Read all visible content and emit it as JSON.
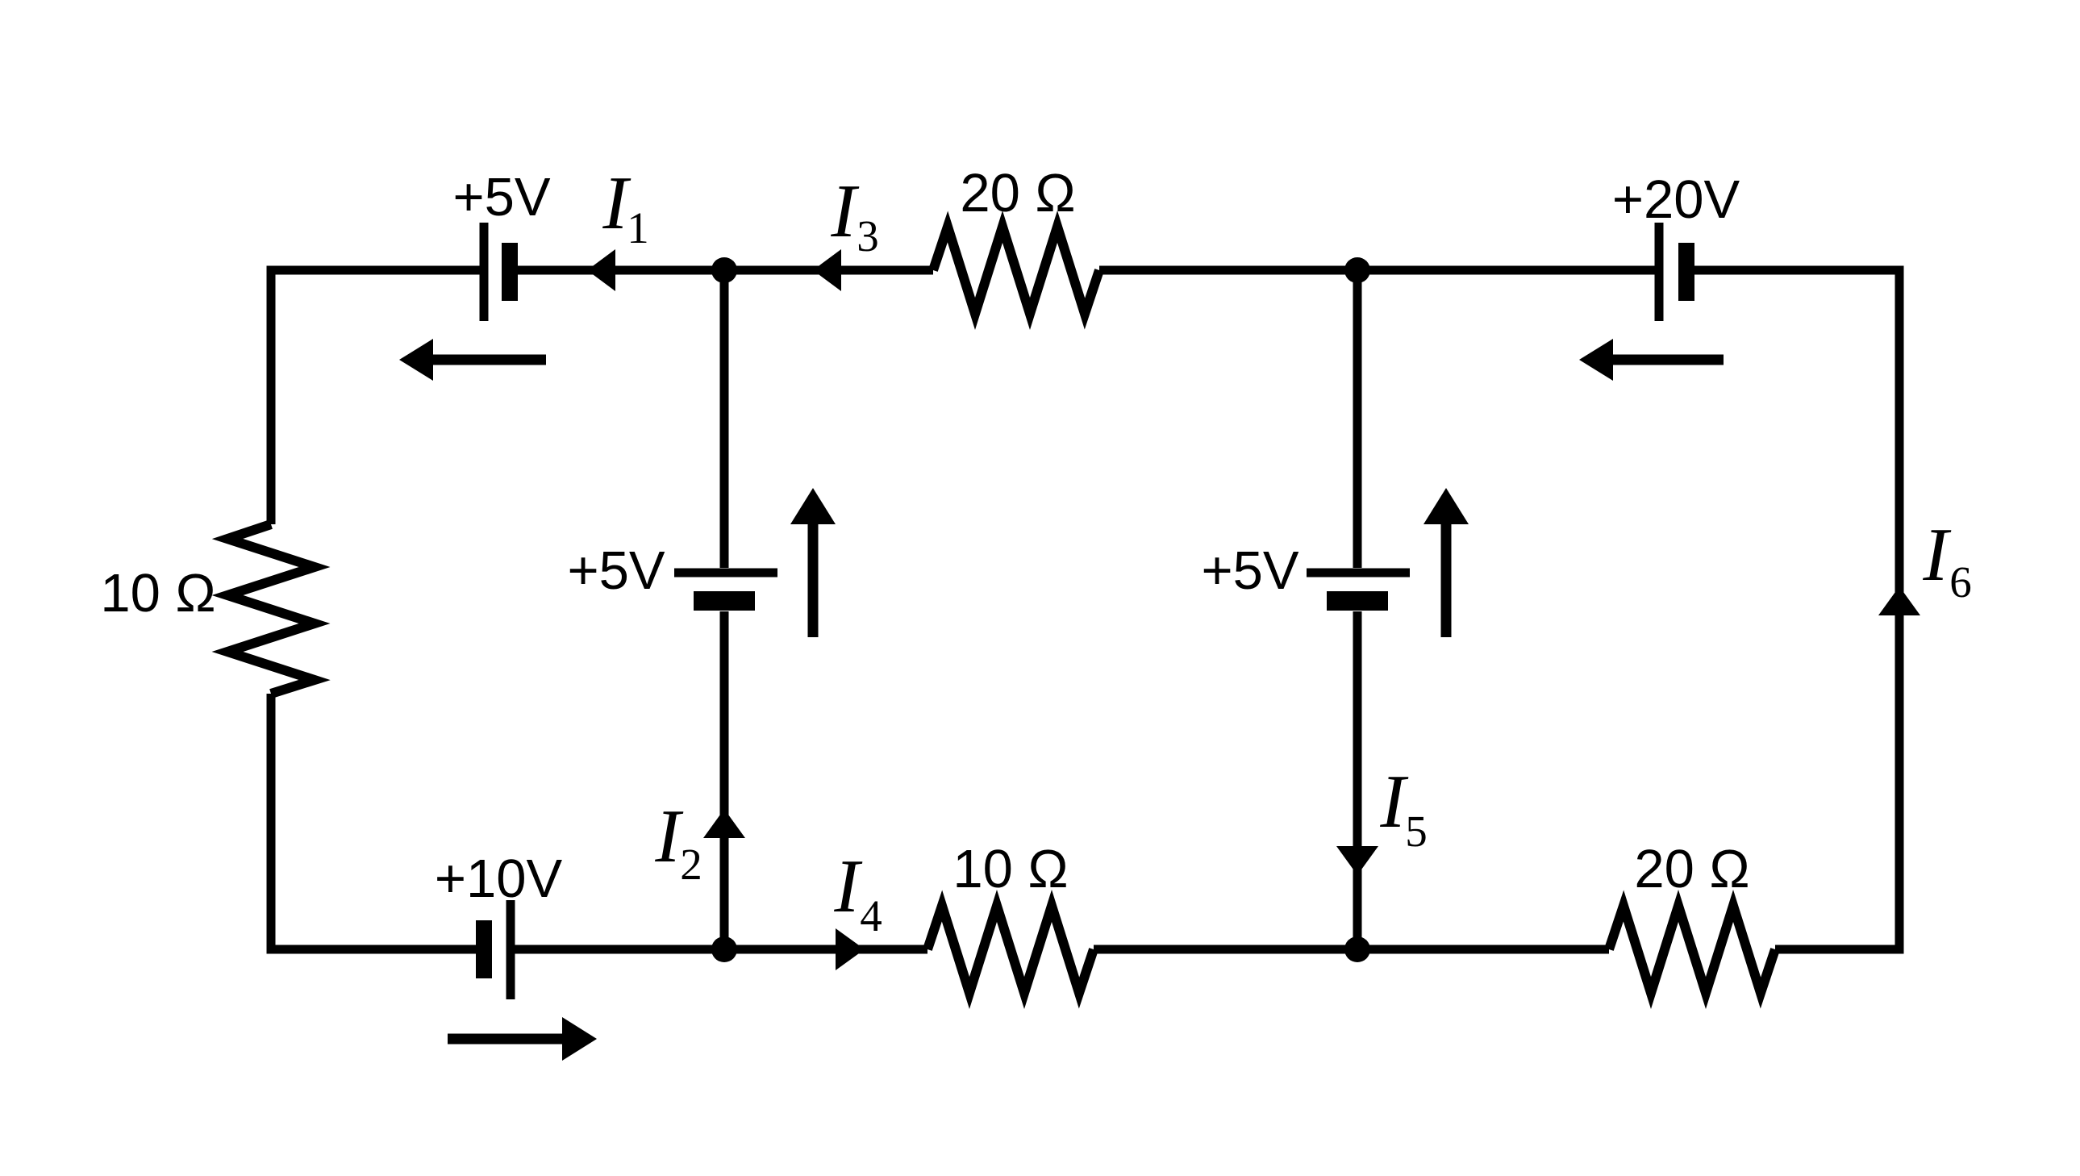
{
  "figure": {
    "kind": "circuit-schematic",
    "background_color": "#ffffff",
    "line_color": "#000000",
    "description": "Two-loop DC circuit with five batteries, four resistors and six labeled branch currents"
  },
  "resistors": [
    {
      "id": "R-left",
      "label": "10 Ω",
      "orientation": "vertical",
      "position": "left-side"
    },
    {
      "id": "R-top",
      "label": "20 Ω",
      "orientation": "horizontal",
      "position": "top-wire"
    },
    {
      "id": "R-bottom-middle",
      "label": "10 Ω",
      "orientation": "horizontal",
      "position": "bottom-wire-middle"
    },
    {
      "id": "R-bottom-right",
      "label": "20 Ω",
      "orientation": "horizontal",
      "position": "bottom-wire-right"
    }
  ],
  "batteries": [
    {
      "id": "B-top-left",
      "label": "+5V",
      "position": "top-wire-left"
    },
    {
      "id": "B-middle-left",
      "label": "+5V",
      "position": "middle-left-branch"
    },
    {
      "id": "B-middle-right",
      "label": "+5V",
      "position": "middle-right-branch"
    },
    {
      "id": "B-top-right",
      "label": "+20V",
      "position": "top-wire-right"
    },
    {
      "id": "B-bottom-left",
      "label": "+10V",
      "position": "bottom-wire-left"
    }
  ],
  "currents": [
    {
      "id": "I1",
      "symbol": "I",
      "subscript": "1",
      "direction": "left"
    },
    {
      "id": "I2",
      "symbol": "I",
      "subscript": "2",
      "direction": "up"
    },
    {
      "id": "I3",
      "symbol": "I",
      "subscript": "3",
      "direction": "left"
    },
    {
      "id": "I4",
      "symbol": "I",
      "subscript": "4",
      "direction": "right"
    },
    {
      "id": "I5",
      "symbol": "I",
      "subscript": "5",
      "direction": "down"
    },
    {
      "id": "I6",
      "symbol": "I",
      "subscript": "6",
      "direction": "up"
    }
  ],
  "loop_arrows": [
    {
      "id": "top-left-loop",
      "direction": "left"
    },
    {
      "id": "bottom-left-loop",
      "direction": "right"
    },
    {
      "id": "top-right-loop",
      "direction": "left"
    },
    {
      "id": "middle-left-emf",
      "direction": "up"
    },
    {
      "id": "middle-right-emf",
      "direction": "up"
    }
  ]
}
